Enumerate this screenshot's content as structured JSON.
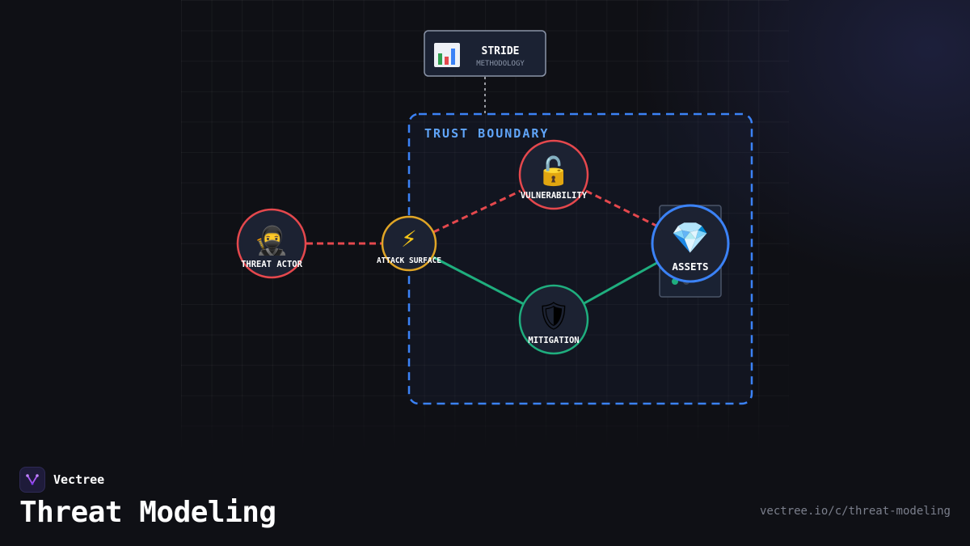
{
  "diagram": {
    "stride": {
      "icon": "bar-chart-icon",
      "title": "STRIDE",
      "subtitle": "METHODOLOGY"
    },
    "trust_boundary_label": "TRUST BOUNDARY",
    "nodes": {
      "threat_actor": {
        "label": "THREAT ACTOR",
        "icon": "ninja-icon",
        "color": "#e5484d"
      },
      "attack_surface": {
        "label": "ATTACK SURFACE",
        "icon": "lightning-icon",
        "color": "#e0a526"
      },
      "vulnerability": {
        "label": "VULNERABILITY",
        "icon": "unlocked-padlock-icon",
        "color": "#e5484d"
      },
      "mitigation": {
        "label": "MITIGATION",
        "icon": "shield-icon",
        "color": "#1fae7e"
      },
      "assets": {
        "label": "ASSETS",
        "icon": "gem-icon",
        "color": "#3b82f6"
      }
    },
    "colors": {
      "threat_path": "#e5484d",
      "mitigation_path": "#1fae7e",
      "boundary": "#3b82f6",
      "boundary_label": "#60a5fa"
    }
  },
  "footer": {
    "brand": "Vectree",
    "title": "Threat Modeling",
    "url": "vectree.io/c/threat-modeling"
  }
}
